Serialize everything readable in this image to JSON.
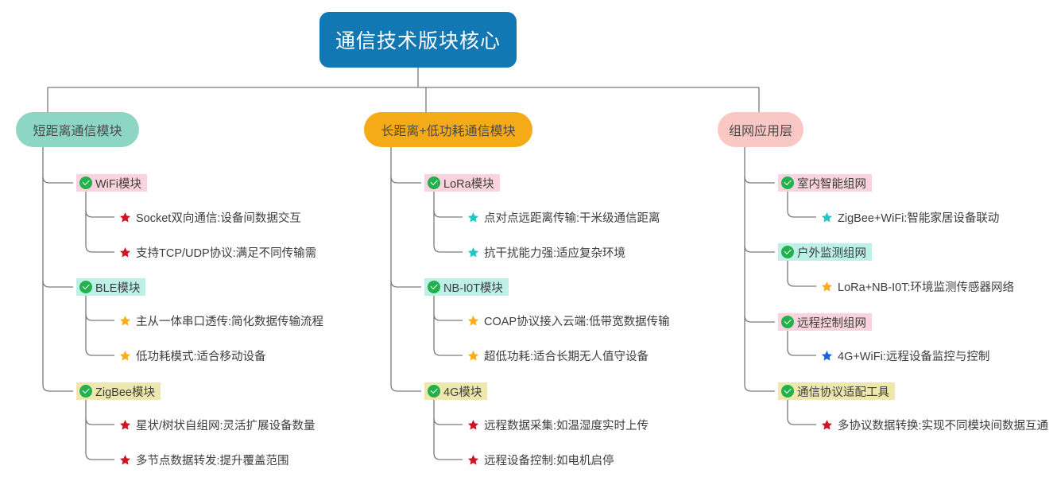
{
  "diagram": {
    "title": "通信技术版块核心",
    "root": {
      "label": "通信技术版块核心",
      "color": "#1278b4"
    },
    "colors": {
      "branch_teal": "#8ed6c4",
      "branch_orange": "#f5ab18",
      "branch_pink": "#fac8c4",
      "highlight_pink": "#f9d3dd",
      "highlight_cyan": "#bdf0e6",
      "highlight_khaki": "#eee8ae",
      "check_green": "#22b14c",
      "star_red": "#cc1424",
      "star_orange": "#fbab1c",
      "star_teal": "#23c4c4",
      "star_blue": "#1565e0",
      "wire": "#7a7a7a",
      "text": "#3d3d3d"
    },
    "branches": [
      {
        "label": "短距离通信模块",
        "style": "teal",
        "topics": [
          {
            "label": "WiFi模块",
            "highlight": "pink",
            "icon": "check-icon",
            "leaves": [
              {
                "text": "Socket双向通信:设备间数据交互",
                "icon": "star-icon",
                "star": "red"
              },
              {
                "text": "支持TCP/UDP协议:满足不同传输需",
                "icon": "star-icon",
                "star": "red"
              }
            ]
          },
          {
            "label": "BLE模块",
            "highlight": "cyan",
            "icon": "check-icon",
            "leaves": [
              {
                "text": "主从一体串口透传:简化数据传输流程",
                "icon": "star-icon",
                "star": "orange"
              },
              {
                "text": "低功耗模式:适合移动设备",
                "icon": "star-icon",
                "star": "orange"
              }
            ]
          },
          {
            "label": "ZigBee模块",
            "highlight": "khaki",
            "icon": "check-icon",
            "leaves": [
              {
                "text": "星状/树状自组网:灵活扩展设备数量",
                "icon": "star-icon",
                "star": "red"
              },
              {
                "text": "多节点数据转发:提升覆盖范围",
                "icon": "star-icon",
                "star": "red"
              }
            ]
          }
        ]
      },
      {
        "label": "长距离+低功耗通信模块",
        "style": "orange",
        "topics": [
          {
            "label": "LoRa模块",
            "highlight": "pink",
            "icon": "check-icon",
            "leaves": [
              {
                "text": "点对点远距离传输:干米级通信距离",
                "icon": "star-icon",
                "star": "teal"
              },
              {
                "text": "抗干扰能力强:适应复杂环境",
                "icon": "star-icon",
                "star": "teal"
              }
            ]
          },
          {
            "label": "NB-I0T模块",
            "highlight": "cyan",
            "icon": "check-icon",
            "leaves": [
              {
                "text": "COAP协议接入云端:低带宽数据传输",
                "icon": "star-icon",
                "star": "orange"
              },
              {
                "text": "超低功耗:适合长期无人值守设备",
                "icon": "star-icon",
                "star": "orange"
              }
            ]
          },
          {
            "label": "4G模块",
            "highlight": "khaki",
            "icon": "check-icon",
            "leaves": [
              {
                "text": "远程数据采集:如温湿度实时上传",
                "icon": "star-icon",
                "star": "red"
              },
              {
                "text": "远程设备控制:如电机启停",
                "icon": "star-icon",
                "star": "red"
              }
            ]
          }
        ]
      },
      {
        "label": "组网应用层",
        "style": "pink",
        "topics": [
          {
            "label": "室内智能组网",
            "highlight": "pink",
            "icon": "check-icon",
            "leaves": [
              {
                "text": "ZigBee+WiFi:智能家居设备联动",
                "icon": "star-icon",
                "star": "teal"
              }
            ]
          },
          {
            "label": "户外监测组网",
            "highlight": "cyan",
            "icon": "check-icon",
            "leaves": [
              {
                "text": "LoRa+NB-I0T:环境监测传感器网络",
                "icon": "star-icon",
                "star": "orange"
              }
            ]
          },
          {
            "label": "远程控制组网",
            "highlight": "pink",
            "icon": "check-icon",
            "leaves": [
              {
                "text": "4G+WiFi:远程设备监控与控制",
                "icon": "star-icon",
                "star": "blue"
              }
            ]
          },
          {
            "label": "通信协议适配工具",
            "highlight": "khaki",
            "icon": "check-icon",
            "leaves": [
              {
                "text": "多协议数据转换:实现不同模块间数据互通",
                "icon": "star-icon",
                "star": "red"
              }
            ]
          }
        ]
      }
    ]
  }
}
